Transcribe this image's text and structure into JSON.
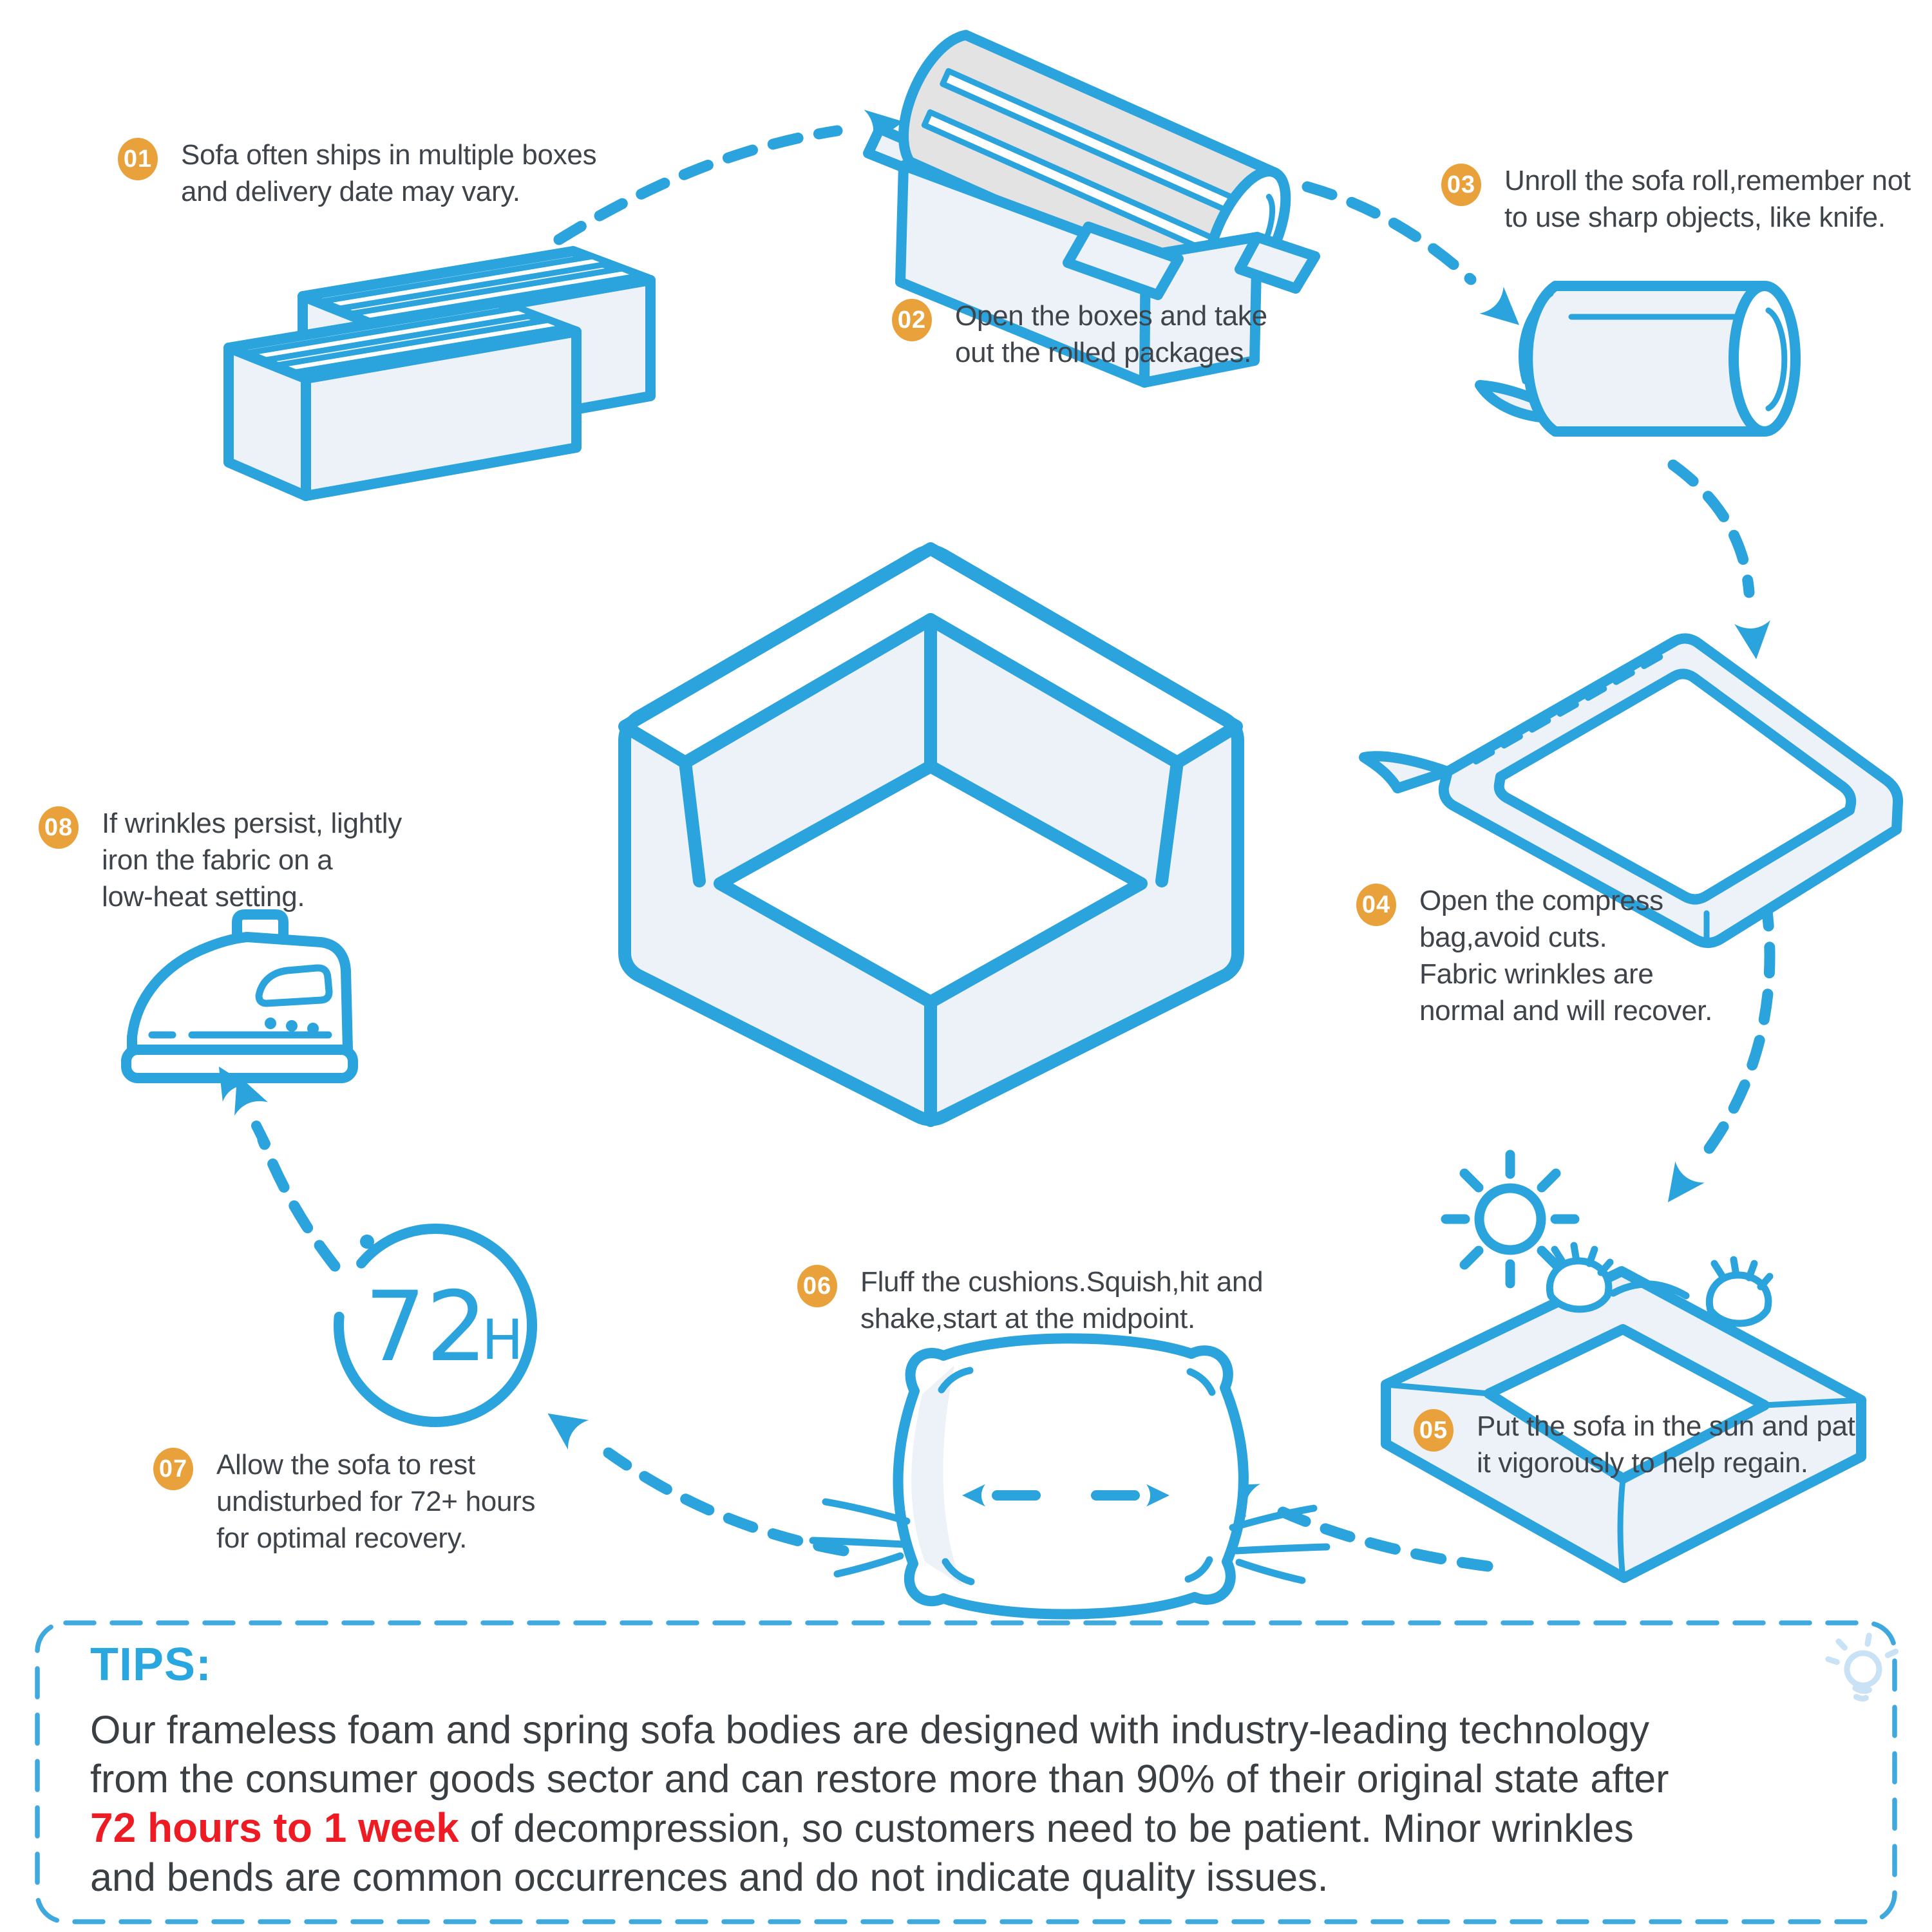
{
  "palette": {
    "blue": "#2BA3DD",
    "orange": "#E9A23B",
    "text": "#3E4449",
    "red": "#EC1B24",
    "pale_fill": "#EDF2F9",
    "roll_gray": "#E3E3E3",
    "bulb_pale": "#C9E2F5"
  },
  "steps": [
    {
      "num": "01",
      "lines": [
        "Sofa often ships in multiple boxes",
        "and delivery date may vary."
      ]
    },
    {
      "num": "02",
      "lines": [
        "Open the boxes and take",
        "out the rolled packages."
      ]
    },
    {
      "num": "03",
      "lines": [
        "Unroll the sofa roll,remember not",
        "to use sharp objects, like knife."
      ]
    },
    {
      "num": "04",
      "lines": [
        "Open the compress",
        "bag,avoid cuts.",
        "Fabric wrinkles are",
        "normal and will recover."
      ]
    },
    {
      "num": "05",
      "lines": [
        "Put the sofa in the sun and pat",
        "it vigorously to help regain."
      ]
    },
    {
      "num": "06",
      "lines": [
        "Fluff the cushions.Squish,hit and",
        "shake,start at the midpoint."
      ]
    },
    {
      "num": "07",
      "lines": [
        "Allow the sofa to rest",
        "undisturbed for 72+ hours",
        "for optimal recovery."
      ]
    },
    {
      "num": "08",
      "lines": [
        "If wrinkles persist, lightly",
        "iron the fabric on a",
        "low-heat setting."
      ]
    }
  ],
  "timer": {
    "hours": "72",
    "unit": "H"
  },
  "tips": {
    "title": "TIPS:",
    "line1": "Our frameless foam and spring sofa bodies are designed with industry-leading technology",
    "line2": "from the consumer goods sector and can restore more than 90% of their original state after",
    "line3_highlight": "72 hours to 1 week",
    "line3_rest": " of decompression, so customers need to be patient. Minor wrinkles",
    "line4": "and bends are common occurrences and do not indicate quality issues."
  },
  "icons": [
    "shipping-boxes-icon",
    "open-box-roll-icon",
    "sofa-roll-icon",
    "compress-bag-icon",
    "sun-icon",
    "patting-hands-icon",
    "corner-sofa-icon",
    "pillow-fluff-icon",
    "timer-72h-icon",
    "iron-icon",
    "lightbulb-icon",
    "dashed-arrow"
  ]
}
